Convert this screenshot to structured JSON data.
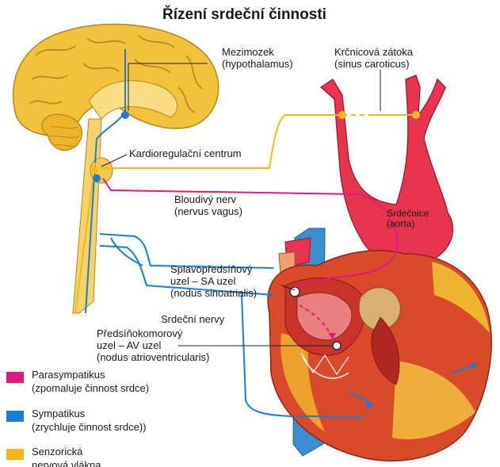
{
  "title": "Řízení srdeční činnosti",
  "labels": {
    "hypothalamus": [
      "Mezimozek",
      "(hypothalamus)"
    ],
    "sinus": [
      "Krčnicová zátoka",
      "(sinus caroticus)"
    ],
    "centrum": "Kardioregulační centrum",
    "vagus": [
      "Bloudivý nerv",
      "(nervus vagus)"
    ],
    "aorta": [
      "Srdečnice",
      "(aorta)"
    ],
    "sa": [
      "Splavopředsíňový",
      "uzel – SA uzel",
      "(nodus sinoatrialis)"
    ],
    "nervy": "Srdeční nervy",
    "av": [
      "Předsíňokomorový",
      "uzel – AV uzel",
      "(nodus atrioventricularis)"
    ]
  },
  "legend": [
    {
      "color": "#e0197a",
      "lines": [
        "Parasympatikus",
        "(zpomaluje činnost  srdce)"
      ]
    },
    {
      "color": "#1a7fd0",
      "lines": [
        "Sympatikus",
        "(zrychluje činnost srdce))"
      ]
    },
    {
      "color": "#f4b81a",
      "lines": [
        "Senzorická",
        "nervová vlákna"
      ]
    }
  ],
  "colors": {
    "parasympathetic": "#e0197a",
    "sympathetic": "#1a7fd0",
    "sensory": "#f4b81a",
    "brain": "#f2c23c",
    "artery": "#e8344e",
    "vein": "#3a8fd0",
    "heart": "#d94a2a"
  }
}
